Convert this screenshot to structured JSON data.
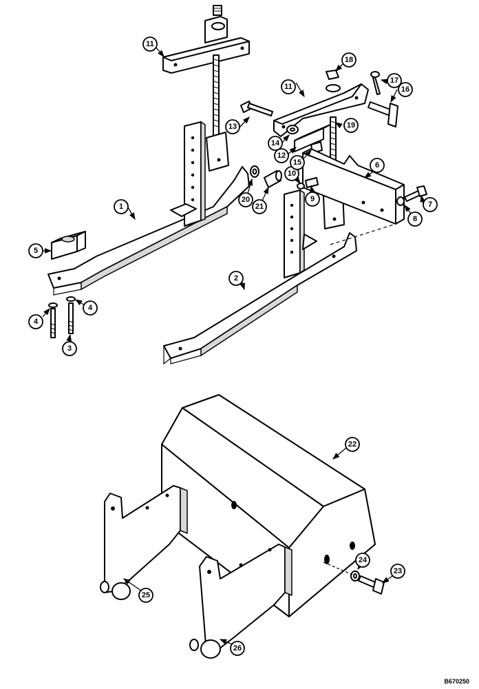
{
  "figure_code": "B670250",
  "callouts": [
    "1",
    "2",
    "3",
    "4",
    "4",
    "5",
    "6",
    "7",
    "8",
    "9",
    "10",
    "11",
    "11",
    "12",
    "13",
    "14",
    "15",
    "16",
    "17",
    "18",
    "19",
    "20",
    "21",
    "22",
    "23",
    "24",
    "25",
    "26"
  ]
}
